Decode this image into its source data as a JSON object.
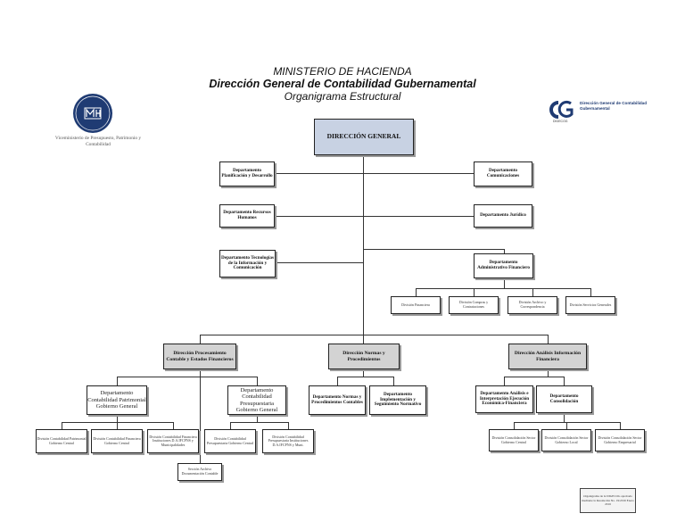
{
  "header": {
    "line1": "MINISTERIO DE HACIENDA",
    "line2": "Dirección General de Contabilidad Gubernamental",
    "line3": "Organigrama Estructural"
  },
  "left_logo": {
    "text": "Viceministerio de Presupuesto, Patrimonio y Contabilidad"
  },
  "right_logo": {
    "name": "Dirección General de Contabilidad Gubernamental",
    "acronym": "DIGECOG"
  },
  "nodes": {
    "general": "DIRECCIÓN GENERAL",
    "planificacion": "Departamento Planificación y Desarrollo",
    "comunicaciones": "Departamento Comunicaciones",
    "rrhh": "Departamento Recursos Humanos",
    "juridico": "Departamento Jurídico",
    "tic": "Departamento Tecnologías de la Información y Comunicación",
    "adminfin": "Departamento Administrativo Financiero",
    "div_financiera": "División Financiera",
    "div_compras": "División Compras y Contrataciones",
    "div_archivo": "División Archivo y Correspondencia",
    "div_servicios": "División Servicios Generales",
    "dir_procesamiento": "Dirección Procesamiento Contable y Estados Financieros",
    "dir_normas": "Dirección Normas y Procedimientos",
    "dir_analisis": "Dirección Análisis Información Financiera",
    "dep_patrimonial": "Departamento Contabilidad Patrimonial Gobierno General",
    "dep_presupuestaria": "Departamento Contabilidad Presupuestaria Gobierno General",
    "div_pat_central": "División Contabilidad Patrimonial Gobierno Central",
    "div_pres_central_a": "División Contabilidad Financiera Gobierno Central",
    "div_instituciones": "División Contabilidad Financiera Instituciones D.A.IFCPNS y Municipalidades",
    "div_pres_gob_central": "División Contabilidad Presupuestaria Gobierno Central",
    "div_pres_inst": "División Contabilidad Presupuestaria Instituciones D.A.IFCPNS y Muni.",
    "seccion_archivo": "Sección Archivo Documentación Contable",
    "dep_normas_proc": "Departamento Normas y Procedimientos Contables",
    "dep_implementacion": "Departamento Implementación y Seguimiento Normativo",
    "dep_analisis": "Departamento Análisis e Interpretación Ejecución Económica-Financiera",
    "dep_consolidacion": "Departamento Consolidación",
    "div_consol_central": "División Consolidación Sector Gobierno Central",
    "div_consol_local": "División Consolidación Sector Gobierno Local",
    "div_consol_empresarial": "División Consolidación Sector Gobierno Empresarial"
  },
  "note": "Organigrama de la DIGECOG aprobado mediante la Resolución No. 19/2016 Enero 2016",
  "colors": {
    "general": "#c8d2e3",
    "direccion": "#d3d3d3",
    "logo": "#1f3b73"
  }
}
